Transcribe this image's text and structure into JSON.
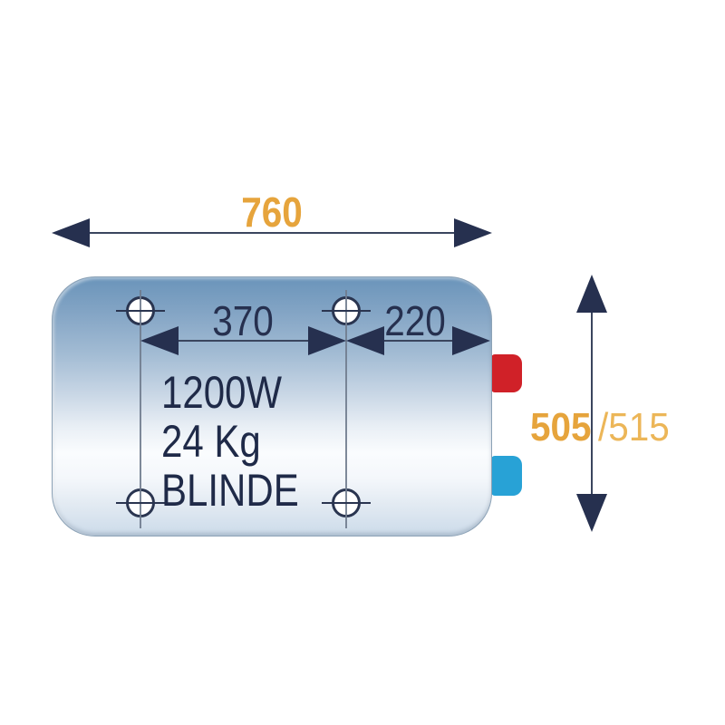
{
  "diagram": {
    "type": "technical-drawing",
    "subject": "horizontal-electric-water-heater-dimension-drawing",
    "dimensions": {
      "overall_width": "760",
      "bracket_spacing": "370",
      "bracket_to_edge": "220",
      "height_primary": "505",
      "height_secondary": "/515"
    },
    "tank_markings": {
      "power": "1200W",
      "weight": "24 Kg",
      "element_type": "BLINDE"
    },
    "colors": {
      "dimension_text_orange": "#E6A43C",
      "dimension_text_orange_light": "#ECB658",
      "dimension_navy": "#26304F",
      "hot_outlet_red": "#D02128",
      "cold_inlet_blue": "#28A2D6",
      "tank_top_blue": "#6A94BA",
      "tank_bottom_blue": "#CCDBEA"
    }
  }
}
